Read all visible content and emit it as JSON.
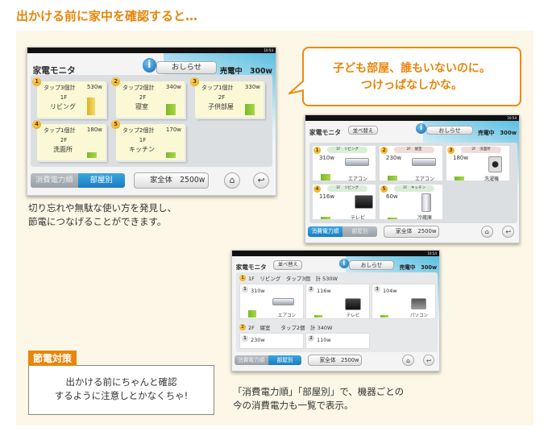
{
  "heading": "出かける前に家中を確認すると…",
  "bubble": {
    "line1": "子ども部屋、誰もいないのに。",
    "line2": "つけっぱなしかな。"
  },
  "caption1": {
    "line1": "切り忘れや無駄な使い方を発見し、",
    "line2": "節電につなげることができます。"
  },
  "caption2": {
    "line1": "「消費電力順」「部屋別」で、機器ごとの",
    "line2": "今の消費電力も一覧で表示。"
  },
  "tip": {
    "label": "節電対策",
    "line1": "出かける前にちゃんと確認",
    "line2": "するように注意しとかなくちゃ!"
  },
  "colors": {
    "accent": "#e8850a",
    "tab_active": "#1a7cc0",
    "bar": "#8cc63f"
  },
  "app": {
    "title": "家電モニタ",
    "status_time": "10:54",
    "notice": "おしらせ",
    "selling": "売電中　300w",
    "sort": "並べ替え",
    "tab_power": "消費電力順",
    "tab_room": "部屋別",
    "total": "家全体　2500w",
    "home_icon": "home-icon",
    "back_icon": "back-icon"
  },
  "screen1": {
    "active_tab": "部屋別",
    "rooms": [
      {
        "n": "1",
        "taps": "タップ3個計",
        "watts": "530w",
        "floor": "1F",
        "room": "リビング",
        "level": 1.0
      },
      {
        "n": "2",
        "taps": "タップ2個計",
        "watts": "340w",
        "floor": "2F",
        "room": "寝室",
        "level": 0.64
      },
      {
        "n": "3",
        "taps": "タップ1個計",
        "watts": "330w",
        "floor": "2F",
        "room": "子供部屋",
        "level": 0.62
      },
      {
        "n": "4",
        "taps": "タップ1個計",
        "watts": "180w",
        "floor": "2F",
        "room": "洗面所",
        "level": 0.34
      },
      {
        "n": "5",
        "taps": "タップ2個計",
        "watts": "170w",
        "floor": "1F",
        "room": "キッチン",
        "level": 0.32
      }
    ]
  },
  "screen2": {
    "active_tab": "消費電力順",
    "devices": [
      {
        "n": "1",
        "room": "1F　リビング",
        "watts": "310w",
        "name": "エアコン",
        "level": 1.0,
        "icon": "air-conditioner-icon"
      },
      {
        "n": "2",
        "room": "2F　寝室",
        "watts": "230w",
        "name": "エアコン",
        "level": 0.74,
        "icon": "air-conditioner-icon"
      },
      {
        "n": "3",
        "room": "2F　洗面所",
        "watts": "180w",
        "name": "洗濯機",
        "level": 0.58,
        "icon": "washing-machine-icon"
      },
      {
        "n": "4",
        "room": "1F　リビング",
        "watts": "116w",
        "name": "テレビ",
        "level": 0.37,
        "icon": "tv-icon"
      },
      {
        "n": "5",
        "room": "1F　キッチン",
        "watts": "60w",
        "name": "冷蔵庫",
        "level": 0.2,
        "icon": "refrigerator-icon"
      }
    ]
  },
  "screen3": {
    "active_tab": "部屋別",
    "groups": [
      {
        "n": "1",
        "header": "1F　リビング　タップ3個　計 530W",
        "devices": [
          {
            "n": "1",
            "watts": "310w",
            "name": "エアコン",
            "level": 1.0,
            "icon": "air-conditioner-icon"
          },
          {
            "n": "2",
            "watts": "116w",
            "name": "テレビ",
            "level": 0.37,
            "icon": "tv-icon"
          },
          {
            "n": "3",
            "watts": "104w",
            "name": "パソコン",
            "level": 0.33,
            "icon": "laptop-icon"
          }
        ]
      },
      {
        "n": "2",
        "header": "2F　寝室　　タップ2個　計 340W",
        "devices": [
          {
            "n": "1",
            "watts": "230w"
          },
          {
            "n": "2",
            "watts": "110w"
          }
        ]
      }
    ]
  }
}
